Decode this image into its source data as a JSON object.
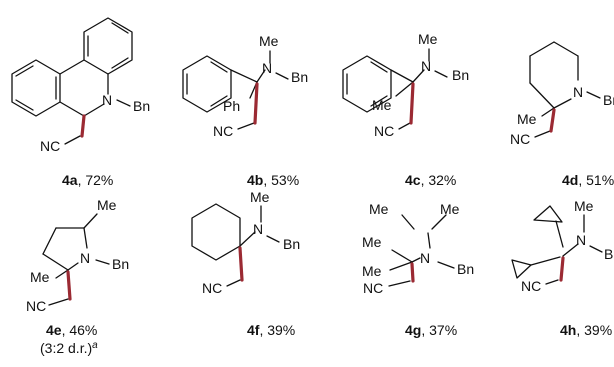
{
  "colors": {
    "ink": "#111111",
    "highlight_bond": "#9b2a33",
    "background": "#ffffff"
  },
  "compounds": [
    {
      "id": "4a",
      "yield": ", 72%",
      "labels": {
        "n": "N",
        "bn": "Bn",
        "nc": "NC"
      }
    },
    {
      "id": "4b",
      "yield": ", 53%",
      "labels": {
        "me": "Me",
        "n": "N",
        "bn": "Bn",
        "ph": "Ph",
        "nc": "NC"
      }
    },
    {
      "id": "4c",
      "yield": ", 32%",
      "labels": {
        "me_n": "Me",
        "n": "N",
        "bn": "Bn",
        "me_c": "Me",
        "nc": "NC"
      }
    },
    {
      "id": "4d",
      "yield": ", 51%",
      "labels": {
        "n": "N",
        "bn": "Bn",
        "me": "Me",
        "nc": "NC"
      }
    },
    {
      "id": "4e",
      "yield": ", 46%",
      "note": "(3:2 d.r.)",
      "note_sup": "a",
      "labels": {
        "me_top": "Me",
        "n": "N",
        "bn": "Bn",
        "me_c": "Me",
        "nc": "NC"
      }
    },
    {
      "id": "4f",
      "yield": ", 39%",
      "labels": {
        "me": "Me",
        "n": "N",
        "bn": "Bn",
        "nc": "NC"
      }
    },
    {
      "id": "4g",
      "yield": ", 37%",
      "labels": {
        "me_l": "Me",
        "me_r": "Me",
        "n": "N",
        "bn": "Bn",
        "me_c": "Me",
        "nc": "NC"
      }
    },
    {
      "id": "4h",
      "yield": ", 39%",
      "labels": {
        "me": "Me",
        "n": "N",
        "bn": "Bn",
        "nc": "NC"
      }
    }
  ]
}
